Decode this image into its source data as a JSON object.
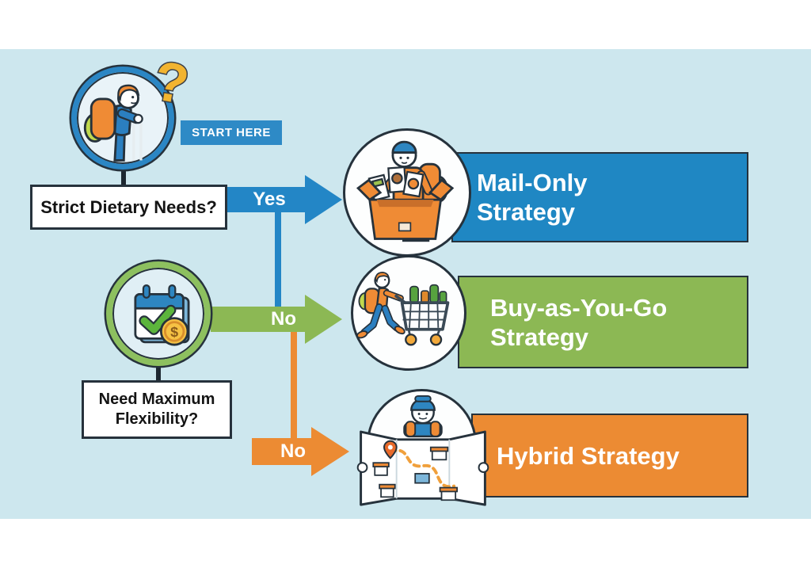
{
  "colors": {
    "background": "#cde7ee",
    "blue": "#2386c6",
    "banner_blue": "#1f87c3",
    "green": "#8cb854",
    "ring_green": "#8dc05f",
    "orange": "#ec8b33",
    "outline_dark": "#26323c",
    "question_mark_yellow": "#f2b430",
    "text_black": "#141414",
    "text_white": "#ffffff"
  },
  "flow": {
    "start_label": "START HERE",
    "q1": "Strict Dietary Needs?",
    "q2_line1": "Need Maximum",
    "q2_line2": "Flexibility?",
    "yes_label": "Yes",
    "no_label_1": "No",
    "no_label_2": "No"
  },
  "strategies": [
    {
      "line1": "Mail-Only",
      "line2": "Strategy",
      "color": "#1f87c3",
      "icon": "unboxing-meal-kit-icon"
    },
    {
      "line1": "Buy-as-You-Go",
      "line2": "Strategy",
      "color": "#8cb854",
      "icon": "grocery-cart-icon"
    },
    {
      "line1": "Hybrid Strategy",
      "line2": "",
      "color": "#ec8b33",
      "icon": "trail-map-icon"
    }
  ],
  "icons": [
    "hiker-question-icon",
    "question-mark-icon",
    "calendar-check-dollar-icon",
    "unboxing-meal-kit-icon",
    "grocery-cart-icon",
    "trail-map-icon"
  ]
}
